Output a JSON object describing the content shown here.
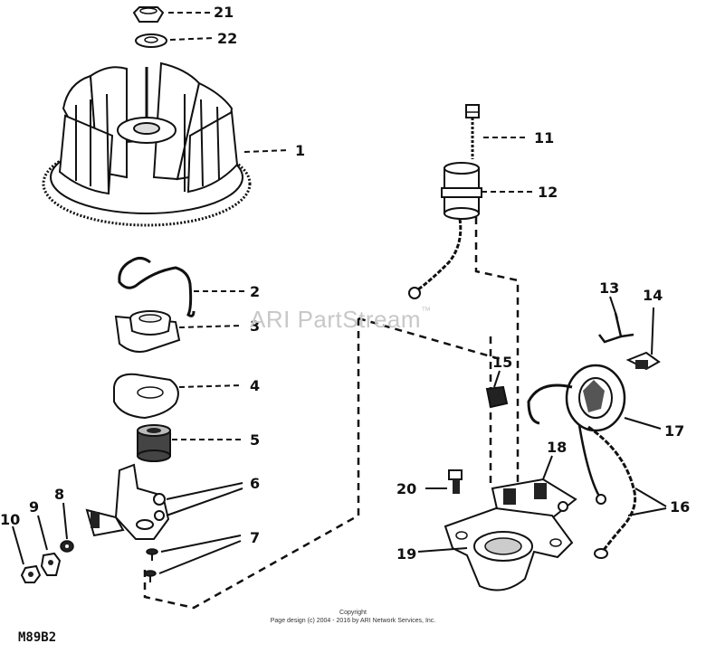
{
  "watermark": {
    "text": "ARI PartStream",
    "tm": "™"
  },
  "copyright": {
    "line1": "Copyright",
    "line2": "Page design (c) 2004 - 2016 by ARI Network Services, Inc."
  },
  "figure_code": "M89B2",
  "callouts": {
    "c21": "21",
    "c22": "22",
    "c1": "1",
    "c2": "2",
    "c3": "3",
    "c4": "4",
    "c5": "5",
    "c6": "6",
    "c7": "7",
    "c8": "8",
    "c9": "9",
    "c10": "10",
    "c11": "11",
    "c12": "12",
    "c13": "13",
    "c14": "14",
    "c15": "15",
    "c16": "16",
    "c17": "17",
    "c18": "18",
    "c19": "19",
    "c20": "20"
  }
}
